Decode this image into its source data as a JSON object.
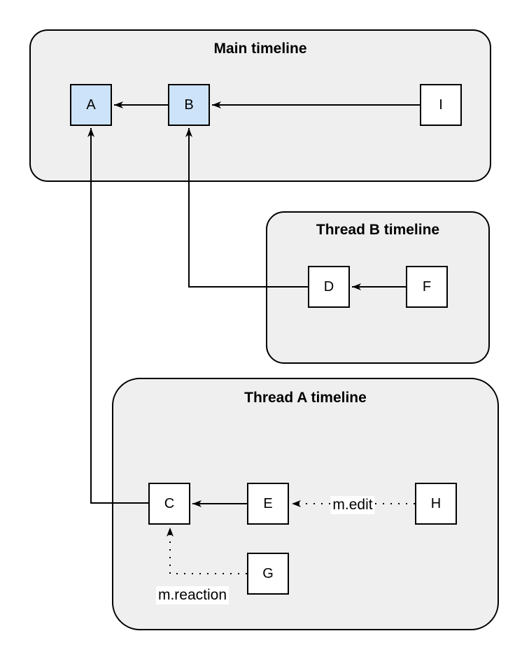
{
  "diagram": {
    "type": "event-graph",
    "containers": {
      "main": {
        "title": "Main timeline"
      },
      "thread_b": {
        "title": "Thread B timeline"
      },
      "thread_a": {
        "title": "Thread A timeline"
      }
    },
    "nodes": {
      "A": {
        "label": "A",
        "container": "main",
        "highlighted": true
      },
      "B": {
        "label": "B",
        "container": "main",
        "highlighted": true
      },
      "I": {
        "label": "I",
        "container": "main",
        "highlighted": false
      },
      "D": {
        "label": "D",
        "container": "thread_b",
        "highlighted": false
      },
      "F": {
        "label": "F",
        "container": "thread_b",
        "highlighted": false
      },
      "C": {
        "label": "C",
        "container": "thread_a",
        "highlighted": false
      },
      "E": {
        "label": "E",
        "container": "thread_a",
        "highlighted": false
      },
      "H": {
        "label": "H",
        "container": "thread_a",
        "highlighted": false
      },
      "G": {
        "label": "G",
        "container": "thread_a",
        "highlighted": false
      }
    },
    "edges": [
      {
        "from": "B",
        "to": "A",
        "style": "solid",
        "label": ""
      },
      {
        "from": "I",
        "to": "B",
        "style": "solid",
        "label": ""
      },
      {
        "from": "F",
        "to": "D",
        "style": "solid",
        "label": ""
      },
      {
        "from": "D",
        "to": "B",
        "style": "solid",
        "label": ""
      },
      {
        "from": "E",
        "to": "C",
        "style": "solid",
        "label": ""
      },
      {
        "from": "C",
        "to": "A",
        "style": "solid",
        "label": ""
      },
      {
        "from": "H",
        "to": "E",
        "style": "dotted",
        "label": "m.edit"
      },
      {
        "from": "G",
        "to": "C",
        "style": "dotted",
        "label": "m.reaction"
      }
    ],
    "colors": {
      "container_fill": "#efefef",
      "container_stroke": "#000000",
      "node_fill": "#ffffff",
      "node_highlight_fill": "#cde3fa",
      "node_stroke": "#000000",
      "edge_color": "#000000",
      "label_background": "#ffffff"
    }
  }
}
